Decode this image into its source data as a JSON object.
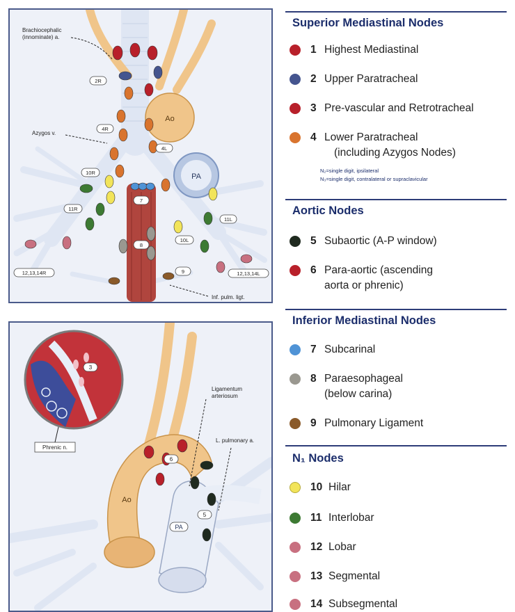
{
  "diagram": {
    "top": {
      "labels": {
        "brachio1": "Brachiocephalic",
        "brachio2": "(innominate) a.",
        "azygos": "Azygos v.",
        "lig": "Inf. pulm. ligt."
      },
      "structures": {
        "ao": "Ao",
        "pa": "PA"
      },
      "tags": [
        "2R",
        "4R",
        "4L",
        "10R",
        "11R",
        "12,13,14R",
        "7",
        "8",
        "9",
        "10L",
        "11L",
        "12,13,14L"
      ]
    },
    "bottom": {
      "labels": {
        "lig_art1": "Ligamentum",
        "lig_art2": "arteriosum",
        "lpa": "L. pulmonary a.",
        "phrenic": "Phrenic n."
      },
      "structures": {
        "ao": "Ao",
        "pa": "PA"
      },
      "tags": [
        "6",
        "5",
        "3"
      ]
    }
  },
  "legend": {
    "sections": [
      {
        "title": "Superior Mediastinal Nodes",
        "items": [
          {
            "num": "1",
            "label": "Highest Mediastinal",
            "color": "#b8202a"
          },
          {
            "num": "2",
            "label": "Upper Paratracheal",
            "color": "#45558f"
          },
          {
            "num": "3",
            "label": "Pre-vascular and Retrotracheal",
            "color": "#b8202a"
          },
          {
            "num": "4",
            "label": "Lower Paratracheal",
            "label2": "(including Azygos Nodes)",
            "color": "#d9742e"
          }
        ],
        "note1": "N₂=single digit, ipsilateral",
        "note2": "N₃=single digit, contralateral or supraclavicular"
      },
      {
        "title": "Aortic Nodes",
        "items": [
          {
            "num": "5",
            "label": "Subaortic (A-P window)",
            "color": "#1f2a1f"
          },
          {
            "num": "6",
            "label": "Para-aortic (ascending",
            "label2": "aorta or phrenic)",
            "color": "#b8202a"
          }
        ]
      },
      {
        "title": "Inferior Mediastinal Nodes",
        "items": [
          {
            "num": "7",
            "label": "Subcarinal",
            "color": "#4f93d6"
          },
          {
            "num": "8",
            "label": "Paraesophageal",
            "label2": "(below carina)",
            "color": "#9a9890"
          },
          {
            "num": "9",
            "label": "Pulmonary Ligament",
            "color": "#8a5a2a"
          }
        ]
      },
      {
        "title": "N₁ Nodes",
        "items": [
          {
            "num": "10",
            "label": "Hilar",
            "color": "#f2e45a"
          },
          {
            "num": "11",
            "label": "Interlobar",
            "color": "#3d7a33"
          },
          {
            "num": "12",
            "label": "Lobar",
            "color": "#c87080"
          },
          {
            "num": "13",
            "label": "Segmental",
            "color": "#c87080"
          },
          {
            "num": "14",
            "label": "Subsegmental",
            "color": "#c87080"
          }
        ]
      }
    ]
  }
}
